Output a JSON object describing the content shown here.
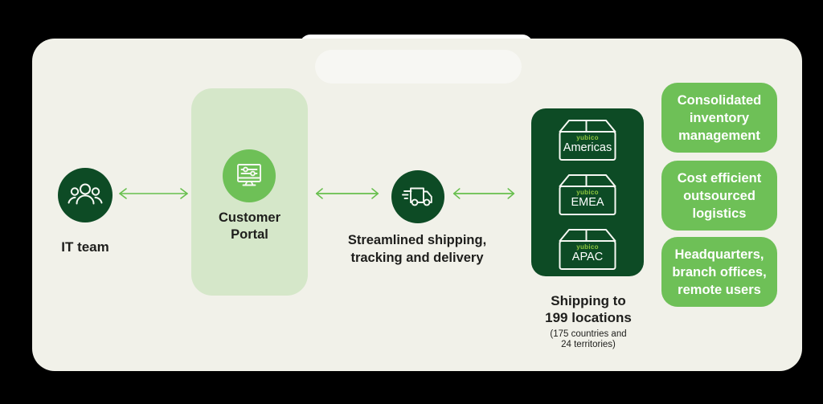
{
  "diagram": {
    "colors": {
      "dark_green": "#0d4b25",
      "mid_green": "#6ec057",
      "light_green": "#d5e7c9",
      "arrow_green": "#67bf4d",
      "brand_green": "#8dc63f",
      "panel_beige": "#f1f1e9",
      "text_dark": "#1e1e1c"
    },
    "nodes": {
      "it_team": {
        "label": "IT team",
        "icon": "team-icon"
      },
      "customer_portal": {
        "label": "Customer\nPortal",
        "icon": "monitor-settings-icon"
      },
      "shipping": {
        "label": "Streamlined shipping,\ntracking and delivery",
        "icon": "delivery-truck-icon"
      }
    },
    "hub": {
      "brand": "yubico",
      "regions": [
        {
          "name": "Americas"
        },
        {
          "name": "EMEA"
        },
        {
          "name": "APAC"
        }
      ],
      "caption_title": "Shipping to\n199 locations",
      "caption_subtitle": "(175 countries and\n24 territories)"
    },
    "benefits": [
      {
        "label": "Consolidated\ninventory\nmanagement"
      },
      {
        "label": "Cost efficient\noutsourced\nlogistics"
      },
      {
        "label": "Headquarters,\nbranch offices,\nremote users"
      }
    ]
  }
}
